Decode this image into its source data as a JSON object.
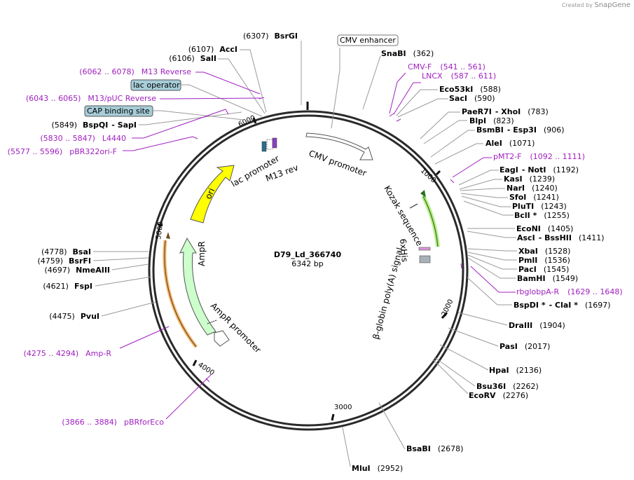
{
  "branding": {
    "prefix": "Created by",
    "name": "SnapGene"
  },
  "plasmid": {
    "name": "D79_Ld_366740",
    "length_label": "6342 bp"
  },
  "ticks": [
    "1000",
    "2000",
    "3000",
    "4000",
    "5000",
    "6000"
  ],
  "features": {
    "cmv_promoter": "CMV promoter",
    "lac_promoter": "lac promoter",
    "m13_rev": "M13 rev",
    "ori": "ori",
    "ampr": "AmpR",
    "ampr_promoter": "AmpR promoter",
    "kozak": "Kozak sequence",
    "his": "6xHis",
    "polya": "β-globin poly(A) signal"
  },
  "boxed": {
    "cmv_enhancer": "CMV enhancer",
    "lac_operator": "lac operator",
    "cap_site": "CAP binding site"
  },
  "sites": {
    "snabi": {
      "name": "SnaBI",
      "pos": "(362)"
    },
    "eco53ki": {
      "name": "Eco53kI",
      "pos": "(588)"
    },
    "saci": {
      "name": "SacI",
      "pos": "(590)"
    },
    "paer7i": {
      "name": "PaeR7I",
      "name2": "XhoI",
      "pos": "(783)"
    },
    "blpi": {
      "name": "BlpI",
      "pos": "(823)"
    },
    "bsmbi": {
      "name": "BsmBI",
      "name2": "Esp3I",
      "pos": "(906)"
    },
    "alei": {
      "name": "AleI",
      "pos": "(1071)"
    },
    "eagi": {
      "name": "EagI",
      "name2": "NotI",
      "pos": "(1192)"
    },
    "kasi": {
      "name": "KasI",
      "pos": "(1239)"
    },
    "nari": {
      "name": "NarI",
      "pos": "(1240)"
    },
    "sfoi": {
      "name": "SfoI",
      "pos": "(1241)"
    },
    "pluti": {
      "name": "PluTI",
      "pos": "(1243)"
    },
    "bcli": {
      "name": "BclI *",
      "pos": "(1255)"
    },
    "econi": {
      "name": "EcoNI",
      "pos": "(1405)"
    },
    "asci": {
      "name": "AscI",
      "name2": "BssHII",
      "pos": "(1411)"
    },
    "xbai": {
      "name": "XbaI",
      "pos": "(1528)"
    },
    "pmli": {
      "name": "PmlI",
      "pos": "(1536)"
    },
    "paci": {
      "name": "PacI",
      "pos": "(1545)"
    },
    "bamhi": {
      "name": "BamHI",
      "pos": "(1549)"
    },
    "bspdi": {
      "name": "BspDI *",
      "name2": "ClaI *",
      "pos": "(1697)"
    },
    "draiii": {
      "name": "DraIII",
      "pos": "(1904)"
    },
    "pasi": {
      "name": "PasI",
      "pos": "(2017)"
    },
    "hpai": {
      "name": "HpaI",
      "pos": "(2136)"
    },
    "bsu36i": {
      "name": "Bsu36I",
      "pos": "(2262)"
    },
    "ecorv": {
      "name": "EcoRV",
      "pos": "(2276)"
    },
    "bsabi": {
      "name": "BsaBI",
      "pos": "(2678)"
    },
    "mlui": {
      "name": "MluI",
      "pos": "(2952)"
    },
    "pvui": {
      "pos": "(4475)",
      "name": "PvuI"
    },
    "fspi": {
      "pos": "(4621)",
      "name": "FspI"
    },
    "nmeaiii": {
      "pos": "(4697)",
      "name": "NmeAIII"
    },
    "bsrfi": {
      "pos": "(4759)",
      "name": "BsrFI"
    },
    "bsai": {
      "pos": "(4778)",
      "name": "BsaI"
    },
    "bspqi": {
      "pos": "(5849)",
      "name": "BspQI",
      "name2": "SapI"
    },
    "sali": {
      "pos": "(6106)",
      "name": "SalI"
    },
    "acci": {
      "pos": "(6107)",
      "name": "AccI"
    },
    "bsrgi": {
      "pos": "(6307)",
      "name": "BsrGI"
    }
  },
  "primers": {
    "cmvf": {
      "name": "CMV-F",
      "range": "(541 .. 561)"
    },
    "lncx": {
      "name": "LNCX",
      "range": "(587 .. 611)"
    },
    "pmt2f": {
      "name": "pMT2-F",
      "range": "(1092 .. 1111)"
    },
    "rbglobpa": {
      "name": "rbglobpA-R",
      "range": "(1629 .. 1648)"
    },
    "ampr_primer": {
      "range": "(4275 .. 4294)",
      "name": "Amp-R"
    },
    "pbrforeco": {
      "range": "(3866 .. 3884)",
      "name": "pBRforEco"
    },
    "m13rev_primer": {
      "range": "(6062 .. 6078)",
      "name": "M13 Reverse"
    },
    "m13puc": {
      "range": "(6043 .. 6065)",
      "name": "M13/pUC Reverse"
    },
    "l4440": {
      "range": "(5830 .. 5847)",
      "name": "L4440"
    },
    "pbr322ori": {
      "range": "(5577 .. 5596)",
      "name": "pBR322ori-F"
    }
  },
  "colors": {
    "primer": "#a020c0",
    "ori": "#ffff00",
    "ampr": "#ccffcc",
    "kozak": "#bbee88",
    "amp_primer_band": "#f5b870",
    "box_fill": "#a6cdd8"
  }
}
